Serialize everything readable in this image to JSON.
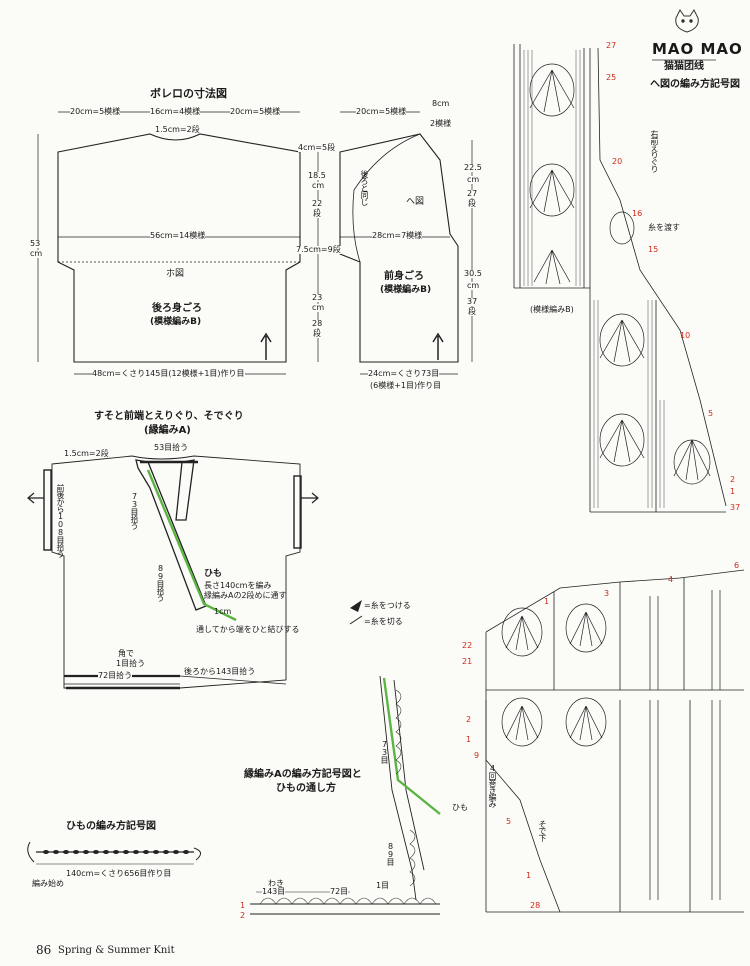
{
  "logo": {
    "text": "MAO MAO",
    "subtitle": "猫猫团线"
  },
  "page": {
    "number": "86",
    "magazine": "Spring & Summer Knit"
  },
  "bolero_sizes": {
    "title": "ボレロの寸法図",
    "back_top_left": "20cm=5模様",
    "back_top_mid": "16cm=4模様",
    "back_top_right": "20cm=5模様",
    "neck_depth": "1.5cm=2段",
    "height_total": "53",
    "height_unit": "cm",
    "width_mid": "56cm=14模様",
    "back_label_ho": "ホ図",
    "back_name": "後ろ身ごろ",
    "back_pattern": "(模様編みB)",
    "back_bottom": "48cm=くさり145目(12模様+1目)作り目",
    "front_top": "20cm=5模様",
    "front_neck_w": "8cm",
    "front_neck_rows": "2模様",
    "shoulder": "4cm=5段",
    "armhole_h_1": "18.5",
    "armhole_h_2": "cm",
    "armhole_h_3": "22",
    "armhole_h_4": "段",
    "underarm": "7.5cm=9段",
    "lower_h_1": "23",
    "lower_h_2": "cm",
    "lower_h_3": "28",
    "lower_h_4": "段",
    "front_same": "後ろと同じ",
    "front_label_he": "ヘ図",
    "front_width": "28cm=7模様",
    "front_name": "前身ごろ",
    "front_pattern": "(模様編みB)",
    "front_h_top_1": "22.5",
    "front_h_top_2": "cm",
    "front_h_top_3": "27",
    "front_h_top_4": "段",
    "front_h_bot_1": "30.5",
    "front_h_bot_2": "cm",
    "front_h_bot_3": "37",
    "front_h_bot_4": "段",
    "front_bottom_1": "24cm=くさり73目",
    "front_bottom_2": "(6模様+1目)作り目"
  },
  "edging": {
    "title_1": "すそと前端とえりぐり、そでぐり",
    "title_2": "(縁編みA)",
    "neck_rows": "1.5cm=2段",
    "neck_pick": "53目拾う",
    "front_pick": "73目拾う",
    "sleeve_pick": "前後から108目拾う",
    "side_pick": "89目拾う",
    "himo": "ひも",
    "himo_note_1": "長さ140cmを編み",
    "himo_note_2": "縁編みAの2段めに通す",
    "one_cm": "1cm",
    "tie_note": "通してから端をひと結びする",
    "corner": "角で",
    "corner_pick": "1目拾う",
    "bottom_pick": "72目拾う",
    "back_pick": "後ろから143目拾う"
  },
  "legend": {
    "attach": "=糸をつける",
    "cut": "=糸を切る"
  },
  "himo_chart": {
    "title": "ひもの編み方記号図",
    "chain": "140cm=くさり656目作り目",
    "start": "編み始め"
  },
  "edging_chart": {
    "title_1": "縁編みAの編み方記号図と",
    "title_2": "ひもの通し方",
    "n73": "73目",
    "n89": "89目",
    "himo": "ひも",
    "waki": "わき",
    "n143": "143目",
    "n72": "72目",
    "n1": "1目",
    "row1": "1",
    "row2": "2"
  },
  "he_chart": {
    "title": "ヘ図の編み方記号図",
    "neck_label": "右前えりぐり",
    "cross": "糸を渡す",
    "pattern": "(模様編みB)",
    "rows": [
      "27",
      "25",
      "20",
      "16",
      "15",
      "10",
      "5",
      "2",
      "1",
      "37"
    ]
  },
  "ho_chart": {
    "rows": [
      "6",
      "4",
      "3",
      "1",
      "22",
      "21",
      "2",
      "1",
      "9",
      "5",
      "1",
      "28"
    ],
    "note_1": "4回巻き編み",
    "note_2": "そで下"
  }
}
